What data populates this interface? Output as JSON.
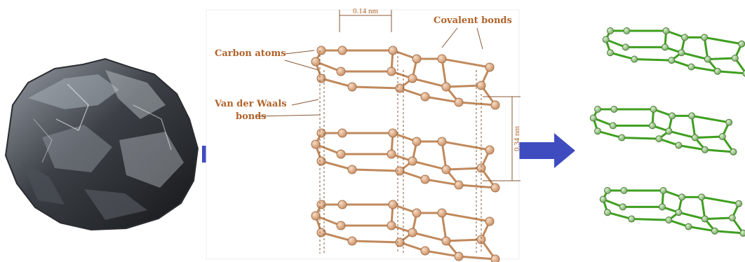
{
  "labels": {
    "carbon_atoms": "Carbon atoms",
    "covalent_bonds": "Covalent bonds",
    "van_der_waals_line1": "Van der Waals",
    "van_der_waals_line2": "bonds",
    "bond_length": "0.14 nm",
    "interlayer_distance": "0.34 nm"
  },
  "colors": {
    "graphite_atom": "#d9a07a",
    "graphite_bond": "#c0895c",
    "label_text": "#b0632a",
    "arrow": "#3f4cc0",
    "graphene_bond": "#3f9f1f",
    "graphene_atom": "#8fc37a"
  },
  "illustration": {
    "left": "graphite-rock",
    "middle": "graphite-layer-structure",
    "right": "exfoliated-graphene-sheets"
  }
}
